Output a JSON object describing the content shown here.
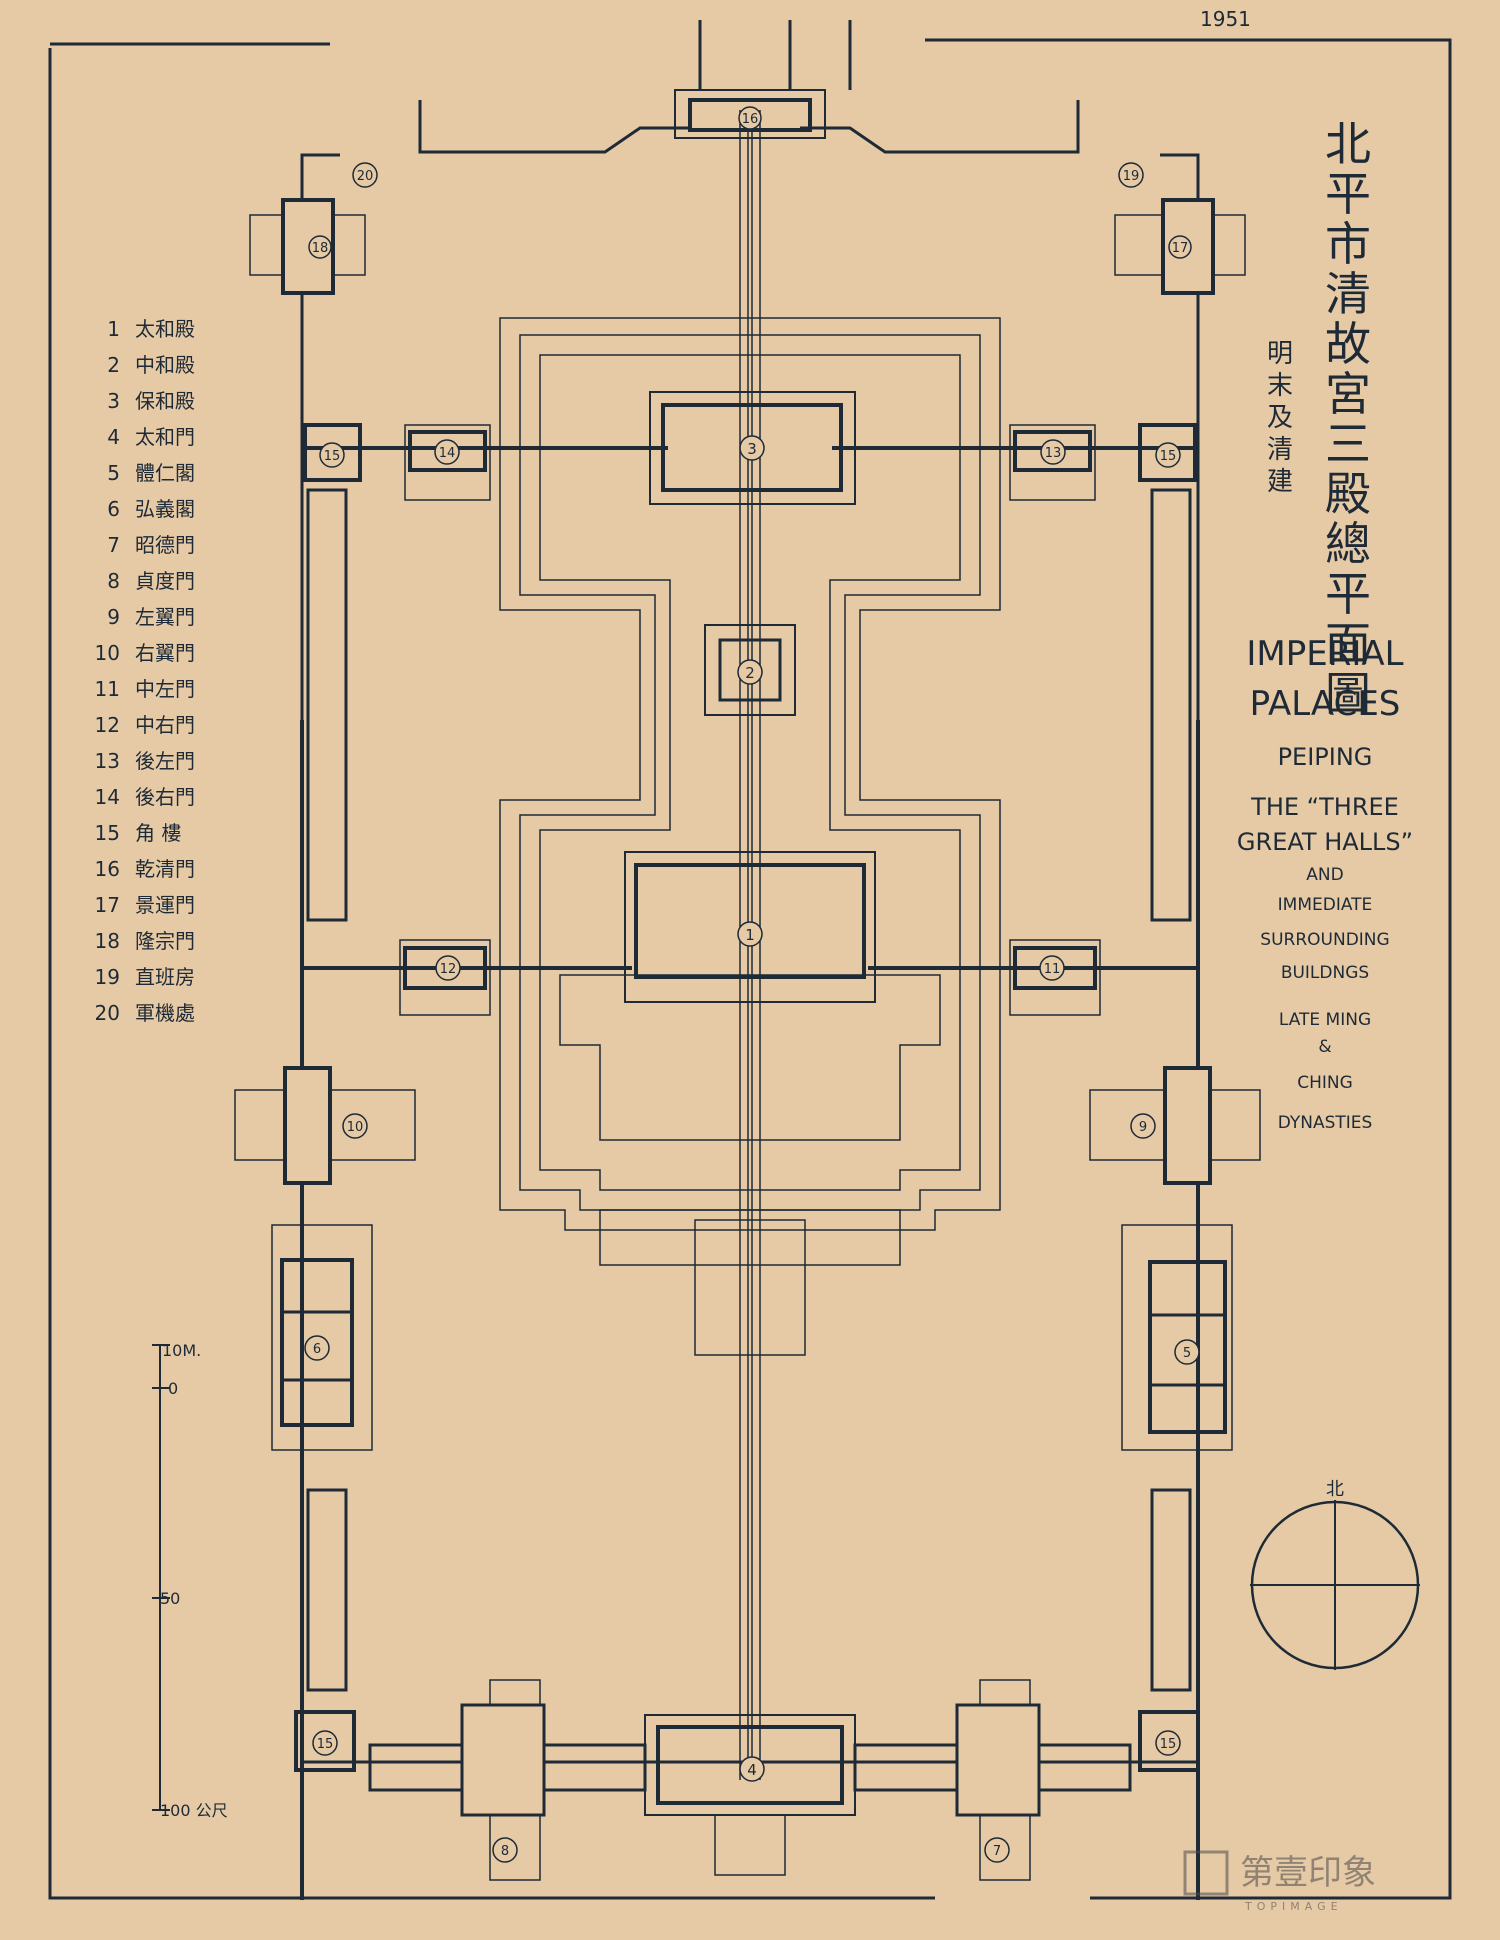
{
  "corner_note": "1951",
  "title_cn": [
    "北",
    "平",
    "市",
    "清",
    "故",
    "宮",
    "三",
    "殿",
    "總",
    "平",
    "面",
    "圖"
  ],
  "subtitle_cn": [
    "明",
    "末",
    "及",
    "清",
    "建"
  ],
  "title_en": [
    "IMPERIAL",
    "PALACES",
    "PEIPING",
    "THE “THREE",
    "GREAT HALLS”",
    "AND",
    "IMMEDIATE",
    "SURROUNDING",
    "BUILDNGS",
    "LATE MING",
    "&",
    "CHING",
    "DYNASTIES"
  ],
  "legend": [
    {
      "num": "1",
      "name": "太和殿"
    },
    {
      "num": "2",
      "name": "中和殿"
    },
    {
      "num": "3",
      "name": "保和殿"
    },
    {
      "num": "4",
      "name": "太和門"
    },
    {
      "num": "5",
      "name": "體仁閣"
    },
    {
      "num": "6",
      "name": "弘義閣"
    },
    {
      "num": "7",
      "name": "昭德門"
    },
    {
      "num": "8",
      "name": "貞度門"
    },
    {
      "num": "9",
      "name": "左翼門"
    },
    {
      "num": "10",
      "name": "右翼門"
    },
    {
      "num": "11",
      "name": "中左門"
    },
    {
      "num": "12",
      "name": "中右門"
    },
    {
      "num": "13",
      "name": "後左門"
    },
    {
      "num": "14",
      "name": "後右門"
    },
    {
      "num": "15",
      "name": "角 樓"
    },
    {
      "num": "16",
      "name": "乾清門"
    },
    {
      "num": "17",
      "name": "景運門"
    },
    {
      "num": "18",
      "name": "隆宗門"
    },
    {
      "num": "19",
      "name": "直班房"
    },
    {
      "num": "20",
      "name": "軍機處"
    }
  ],
  "scale": {
    "labels": [
      "10M.",
      "0",
      "50",
      "100 公尺"
    ]
  },
  "compass": {
    "label": "北"
  },
  "buildings": {
    "n1": "1",
    "n2": "2",
    "n3": "3",
    "n4": "4",
    "n5": "5",
    "n6": "6",
    "n7": "7",
    "n8": "8",
    "n9": "9",
    "n10": "10",
    "n11": "11",
    "n12": "12",
    "n13": "13",
    "n14": "14",
    "n15": "15",
    "n16": "16",
    "n17": "17",
    "n18": "18",
    "n19": "19",
    "n20": "20"
  },
  "watermark": {
    "brand": "第壹印象",
    "sub": "TOPIMAGE"
  },
  "colors": {
    "paper": "#e6caa6",
    "ink": "#1e2a36"
  }
}
